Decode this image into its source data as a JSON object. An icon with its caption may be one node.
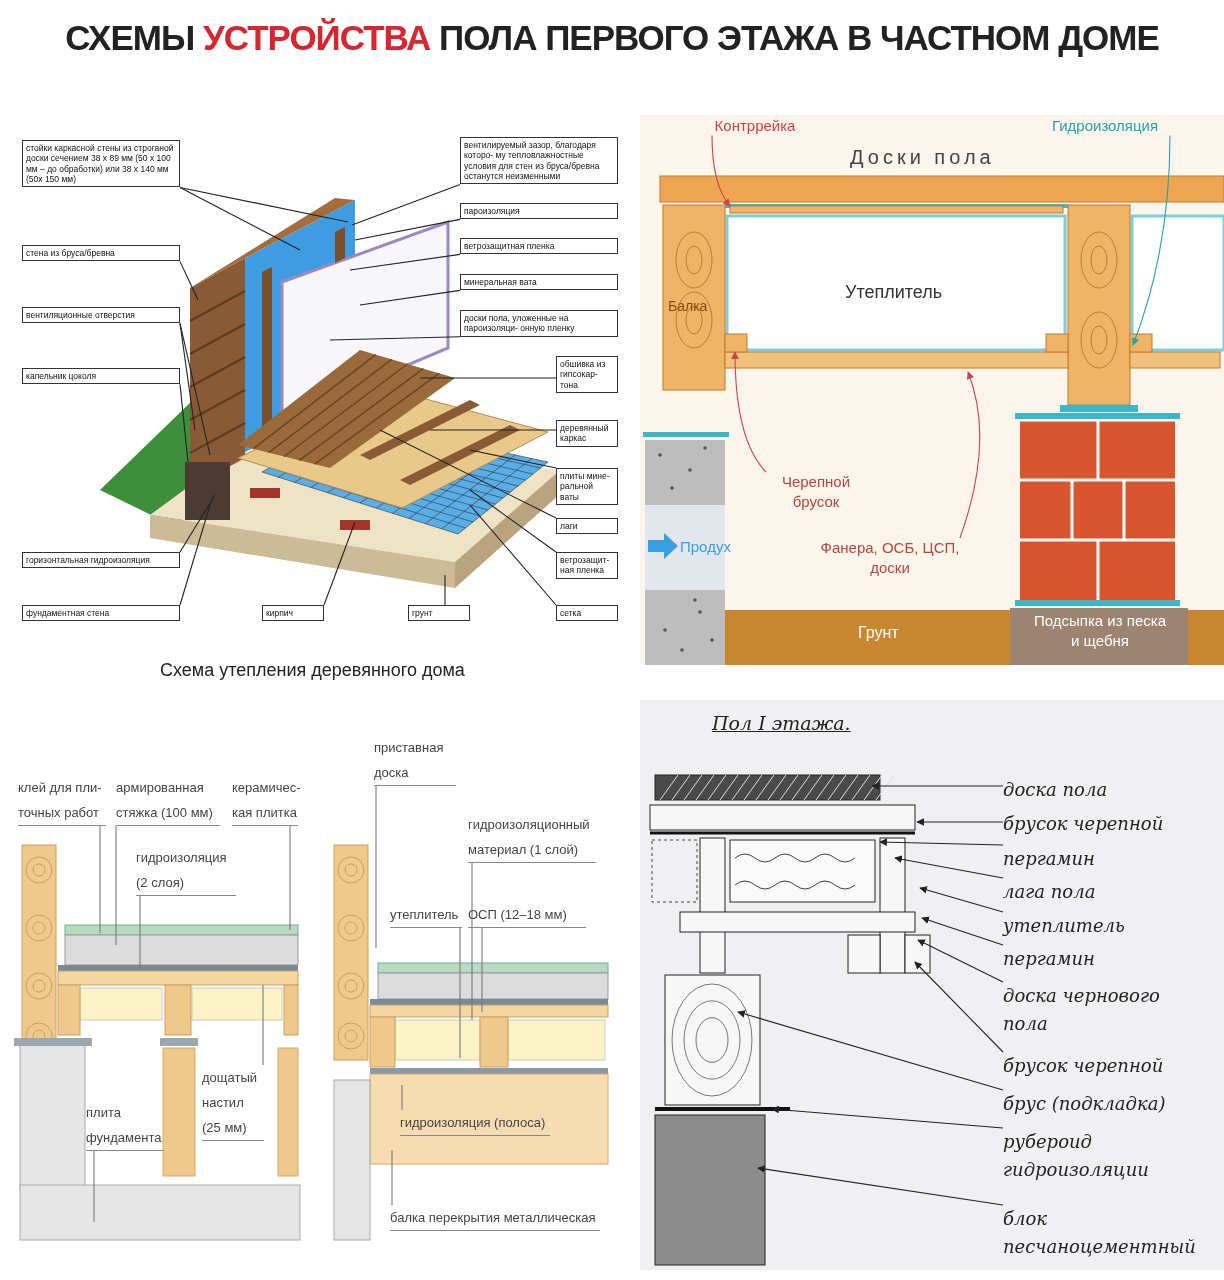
{
  "diagram": {
    "title": "СХЕМЫ УСТРОЙСТВА ПОЛА ПЕРВОГО ЭТАЖА В ЧАСТНОМ ДОМЕ",
    "nodes": [
      {
        "text": [
          "стойки каркасной стены из строганой доски сечением 38 х 89 мм (50 х 100 мм – до обработки) или 38 х 140 мм (50х 150 мм)"
        ]
      },
      {
        "text": [
          "стена из бруса/бревна"
        ]
      },
      {
        "text": [
          "вентиляционные отверстия"
        ]
      },
      {
        "text": [
          "капельник цоколя"
        ]
      },
      {
        "text": [
          "горизонтальная гидроизоляция"
        ]
      },
      {
        "text": [
          "фундаментная стена"
        ]
      },
      {
        "text": [
          "кирпич"
        ]
      },
      {
        "text": [
          "грунт"
        ]
      },
      {
        "text": [
          "вентилируемый зазор, благодаря которо- му тепловлажностные условия для стен из бруса/бревна останутся неизменными"
        ]
      },
      {
        "text": [
          "пароизоляция"
        ]
      },
      {
        "text": [
          "ветрозащитная пленка"
        ]
      },
      {
        "text": [
          "минеральная вата"
        ]
      },
      {
        "text": [
          "доски пола, уложенные на пароизоляци- онную пленку"
        ]
      },
      {
        "text": [
          "обшивка из гипсокар- тона"
        ]
      },
      {
        "text": [
          "деревянный каркас"
        ]
      },
      {
        "text": [
          "плиты мине- ральной ваты"
        ]
      },
      {
        "text": [
          "лаги"
        ]
      },
      {
        "text": [
          "ветрозащит- ная пленка"
        ]
      },
      {
        "text": [
          "сетка"
        ]
      },
      {
        "text": [
          "Контррейка"
        ]
      },
      {
        "text": [
          "Гидроизоляция"
        ]
      },
      {
        "text": [
          "Черепной брусок"
        ]
      },
      {
        "text": [
          "Фанера, ОСБ, ЦСП, доски"
        ]
      },
      {
        "text": [
          "клей для пли- точных работ"
        ]
      },
      {
        "text": [
          "армированная стяжка (100 мм)"
        ]
      },
      {
        "text": [
          "керамичес- кая плитка"
        ]
      },
      {
        "text": [
          "гидроизоляция (2 слоя)"
        ]
      },
      {
        "text": [
          "дощатый настил (25 мм)"
        ]
      },
      {
        "text": [
          "плита фундамента"
        ]
      },
      {
        "text": [
          "приставная доска"
        ]
      },
      {
        "text": [
          "гидроизоляционный материал (1 слой)"
        ]
      },
      {
        "text": [
          "утеплитель"
        ]
      },
      {
        "text": [
          "ОСП (12–18 мм)"
        ]
      },
      {
        "text": [
          "гидроизоляция (полоса)"
        ]
      },
      {
        "text": [
          "балка перекрытия металлическая"
        ]
      },
      {
        "text": [
          "доска пола"
        ]
      },
      {
        "text": [
          "брусок черепной"
        ]
      },
      {
        "text": [
          "пергамин"
        ]
      },
      {
        "text": [
          "лага пола"
        ]
      },
      {
        "text": [
          "утеплитель"
        ]
      },
      {
        "text": [
          "пергамин"
        ]
      },
      {
        "text": [
          "доска чернового пола"
        ]
      },
      {
        "text": [
          "брусок черепной"
        ]
      },
      {
        "text": [
          "брус (подкладка)"
        ]
      },
      {
        "text": [
          "рубероид гидроизоляции"
        ]
      },
      {
        "text": [
          "блок песчаноцементный"
        ]
      },
      {
        "text": [],
        "shape": "bar"
      },
      {
        "text": [],
        "shape": "bar"
      }
    ],
    "edges": [
      {
        "from": 0,
        "to": null,
        "arrow": "none"
      },
      {
        "from": 0,
        "to": null,
        "arrow": "none"
      },
      {
        "from": 1,
        "to": null,
        "arrow": "none"
      },
      {
        "from": 2,
        "to": null,
        "arrow": "none"
      },
      {
        "from": 2,
        "to": null,
        "arrow": "none"
      },
      {
        "from": 3,
        "to": null,
        "arrow": "none"
      },
      {
        "from": 4,
        "to": null,
        "arrow": "none"
      },
      {
        "from": 5,
        "to": null,
        "arrow": "none"
      },
      {
        "from": 6,
        "to": null,
        "arrow": "none"
      },
      {
        "from": 7,
        "to": null,
        "arrow": "none"
      },
      {
        "from": 8,
        "to": null,
        "arrow": "none"
      },
      {
        "from": 9,
        "to": null,
        "arrow": "none"
      },
      {
        "from": 10,
        "to": null,
        "arrow": "none"
      },
      {
        "from": 11,
        "to": null,
        "arrow": "none"
      },
      {
        "from": 12,
        "to": null,
        "arrow": "none"
      },
      {
        "from": 13,
        "to": null,
        "arrow": "none"
      },
      {
        "from": 14,
        "to": null,
        "arrow": "none"
      },
      {
        "from": 15,
        "to": null,
        "arrow": "none"
      },
      {
        "from": 16,
        "to": null,
        "arrow": "none"
      },
      {
        "from": 17,
        "to": null,
        "arrow": "none"
      },
      {
        "from": 18,
        "to": null,
        "arrow": "none"
      },
      {
        "from": 19,
        "to": 46,
        "arrow": "to",
        "color": "#d0414b"
      },
      {
        "from": 20,
        "to": null,
        "arrow": "to",
        "color": "#2aa0aa"
      },
      {
        "from": 21,
        "to": 47,
        "arrow": "to",
        "color": "#d0414b"
      },
      {
        "from": 22,
        "to": null,
        "arrow": "to",
        "color": "#d0414b"
      },
      {
        "from": 23,
        "to": null,
        "arrow": "none",
        "color": "#777777"
      },
      {
        "from": 24,
        "to": null,
        "arrow": "none",
        "color": "#777777"
      },
      {
        "from": 25,
        "to": null,
        "arrow": "none",
        "color": "#777777"
      },
      {
        "from": 26,
        "to": null,
        "arrow": "none",
        "color": "#777777"
      },
      {
        "from": 27,
        "to": null,
        "arrow": "none",
        "color": "#777777"
      },
      {
        "from": 28,
        "to": null,
        "arrow": "none",
        "color": "#777777"
      },
      {
        "from": 29,
        "to": null,
        "arrow": "none",
        "color": "#777777"
      },
      {
        "from": 30,
        "to": null,
        "arrow": "none",
        "color": "#777777"
      },
      {
        "from": 31,
        "to": null,
        "arrow": "none",
        "color": "#777777"
      },
      {
        "from": 32,
        "to": null,
        "arrow": "none",
        "color": "#777777"
      },
      {
        "from": 33,
        "to": null,
        "arrow": "none",
        "color": "#777777"
      },
      {
        "from": 34,
        "to": null,
        "arrow": "none",
        "color": "#777777"
      },
      {
        "from": 35,
        "to": null,
        "arrow": "to"
      },
      {
        "from": 36,
        "to": null,
        "arrow": "to"
      },
      {
        "from": 37,
        "to": null,
        "arrow": "to"
      },
      {
        "from": 38,
        "to": null,
        "arrow": "to"
      },
      {
        "from": 39,
        "to": null,
        "arrow": "to"
      },
      {
        "from": 40,
        "to": null,
        "arrow": "to"
      },
      {
        "from": 41,
        "to": null,
        "arrow": "to"
      },
      {
        "from": 42,
        "to": null,
        "arrow": "to"
      },
      {
        "from": 43,
        "to": null,
        "arrow": "to"
      },
      {
        "from": 44,
        "to": null,
        "arrow": "to"
      },
      {
        "from": 45,
        "to": null,
        "arrow": "to"
      }
    ],
    "labels": [
      "Схема утепления деревянного дома",
      "Доски пола",
      "Балка",
      "Утеплитель",
      "Продух",
      "Грунт",
      "Подсыпка из песка и щебня",
      "Пол I этажа."
    ]
  }
}
